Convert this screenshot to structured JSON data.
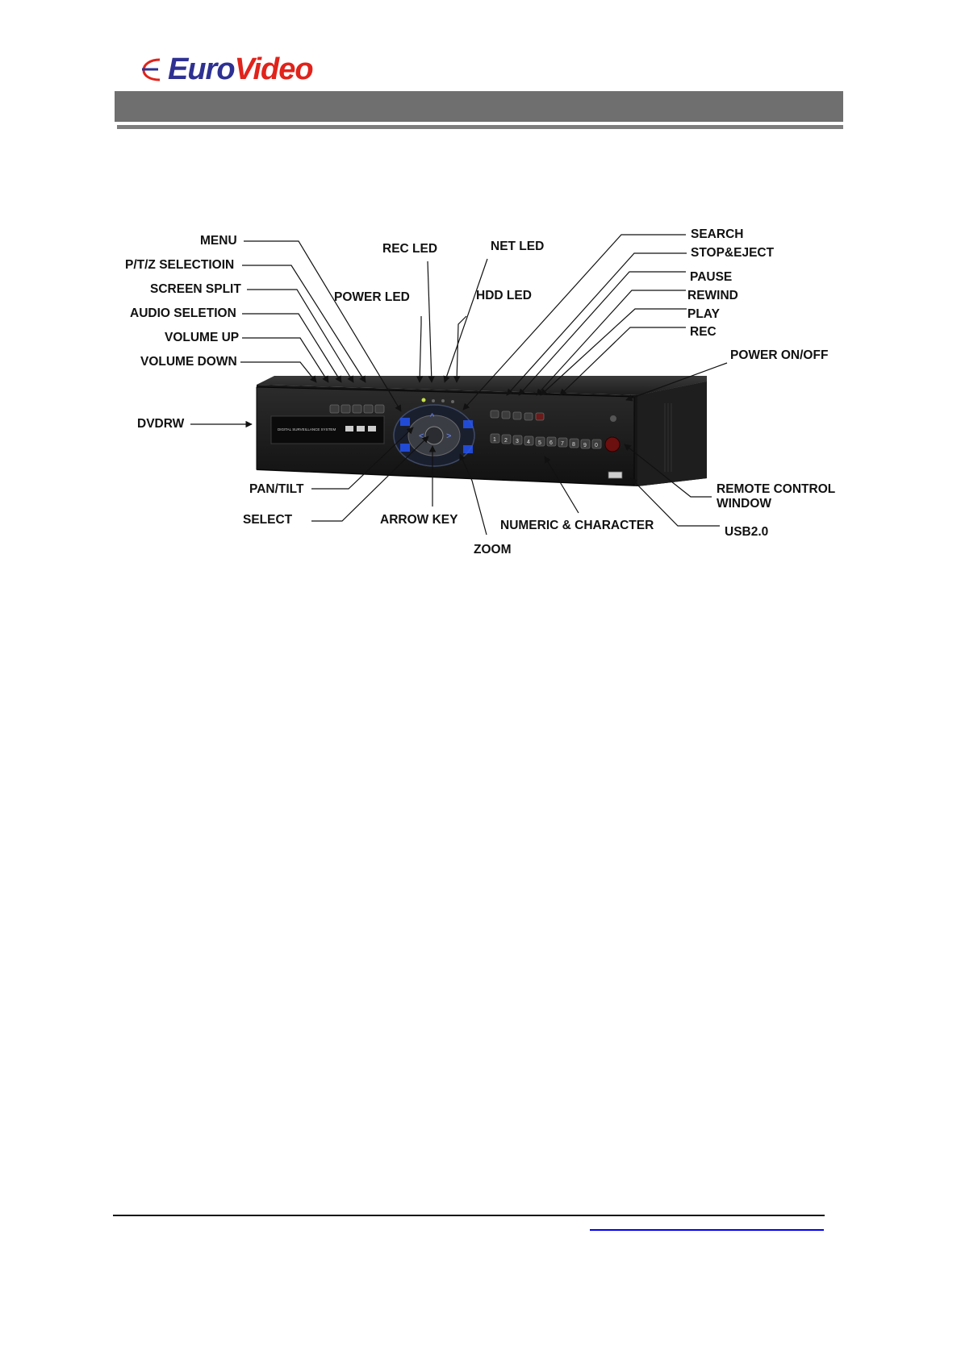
{
  "brand": {
    "euro": "Euro",
    "video": "Video",
    "colors": {
      "euro": "#2e3192",
      "video": "#e0231b",
      "header_bar": "#6f6f6f"
    }
  },
  "diagram": {
    "labels": {
      "menu": "MENU",
      "ptz_selection": "P/T/Z SELECTIOIN",
      "screen_split": "SCREEN SPLIT",
      "audio_selection": "AUDIO SELETION",
      "volume_up": "VOLUME UP",
      "volume_down": "VOLUME DOWN",
      "dvdrw": "DVDRW",
      "rec_led": "REC LED",
      "net_led": "NET LED",
      "power_led": "POWER LED",
      "hdd_led": "HDD LED",
      "search": "SEARCH",
      "stop_eject": "STOP&EJECT",
      "pause": "PAUSE",
      "rewind": "REWIND",
      "play": "PLAY",
      "rec": "REC",
      "power_on_off": "POWER ON/OFF",
      "pan_tilt": "PAN/TILT",
      "select": "SELECT",
      "arrow_key": "ARROW KEY",
      "numeric_character": "NUMERIC & CHARACTER",
      "zoom": "ZOOM",
      "remote_control_window": "REMOTE CONTROL WINDOW",
      "usb": "USB2.0"
    },
    "device": {
      "panel_text": "DIGITAL SURVEILLANCE SYSTEM",
      "numeric_keys": [
        "1",
        "2",
        "3",
        "4",
        "5",
        "6",
        "7",
        "8",
        "9",
        "0"
      ]
    }
  }
}
